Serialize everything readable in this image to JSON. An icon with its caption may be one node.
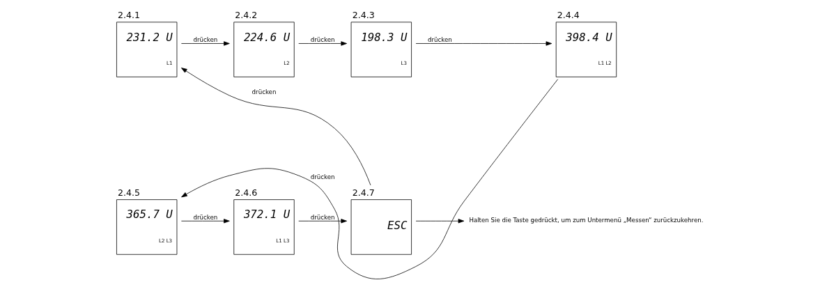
{
  "diagram": {
    "nodes": [
      {
        "text": [
          "2.4.1",
          "231.2 U",
          "L1"
        ]
      },
      {
        "text": [
          "2.4.2",
          "224.6 U",
          "L2"
        ]
      },
      {
        "text": [
          "2.4.3",
          "198.3 U",
          "L3"
        ]
      },
      {
        "text": [
          "2.4.4",
          "398.4 U",
          "L1 L2"
        ]
      },
      {
        "text": [
          "2.4.5",
          "365.7 U",
          "L2 L3"
        ]
      },
      {
        "text": [
          "2.4.6",
          "372.1 U",
          "L1 L3"
        ]
      },
      {
        "text": [
          "2.4.7",
          "ESC"
        ]
      },
      {
        "text": [
          "Halten Sie die Taste gedrückt, um zum Untermenü „Messen“ zurückzukehren."
        ]
      }
    ],
    "edges": [
      {
        "from": 0,
        "to": 1,
        "arrow": "to",
        "label": "drücken"
      },
      {
        "from": 1,
        "to": 2,
        "arrow": "to",
        "label": "drücken"
      },
      {
        "from": 2,
        "to": 3,
        "arrow": "to",
        "label": "drücken"
      },
      {
        "from": 3,
        "to": 4,
        "arrow": "to",
        "label": "drücken"
      },
      {
        "from": 4,
        "to": 5,
        "arrow": "to",
        "label": "drücken"
      },
      {
        "from": 5,
        "to": 6,
        "arrow": "to",
        "label": "drücken"
      },
      {
        "from": 6,
        "to": 7,
        "arrow": "to"
      },
      {
        "from": 6,
        "to": 0,
        "arrow": "to",
        "label": "drücken"
      }
    ]
  }
}
